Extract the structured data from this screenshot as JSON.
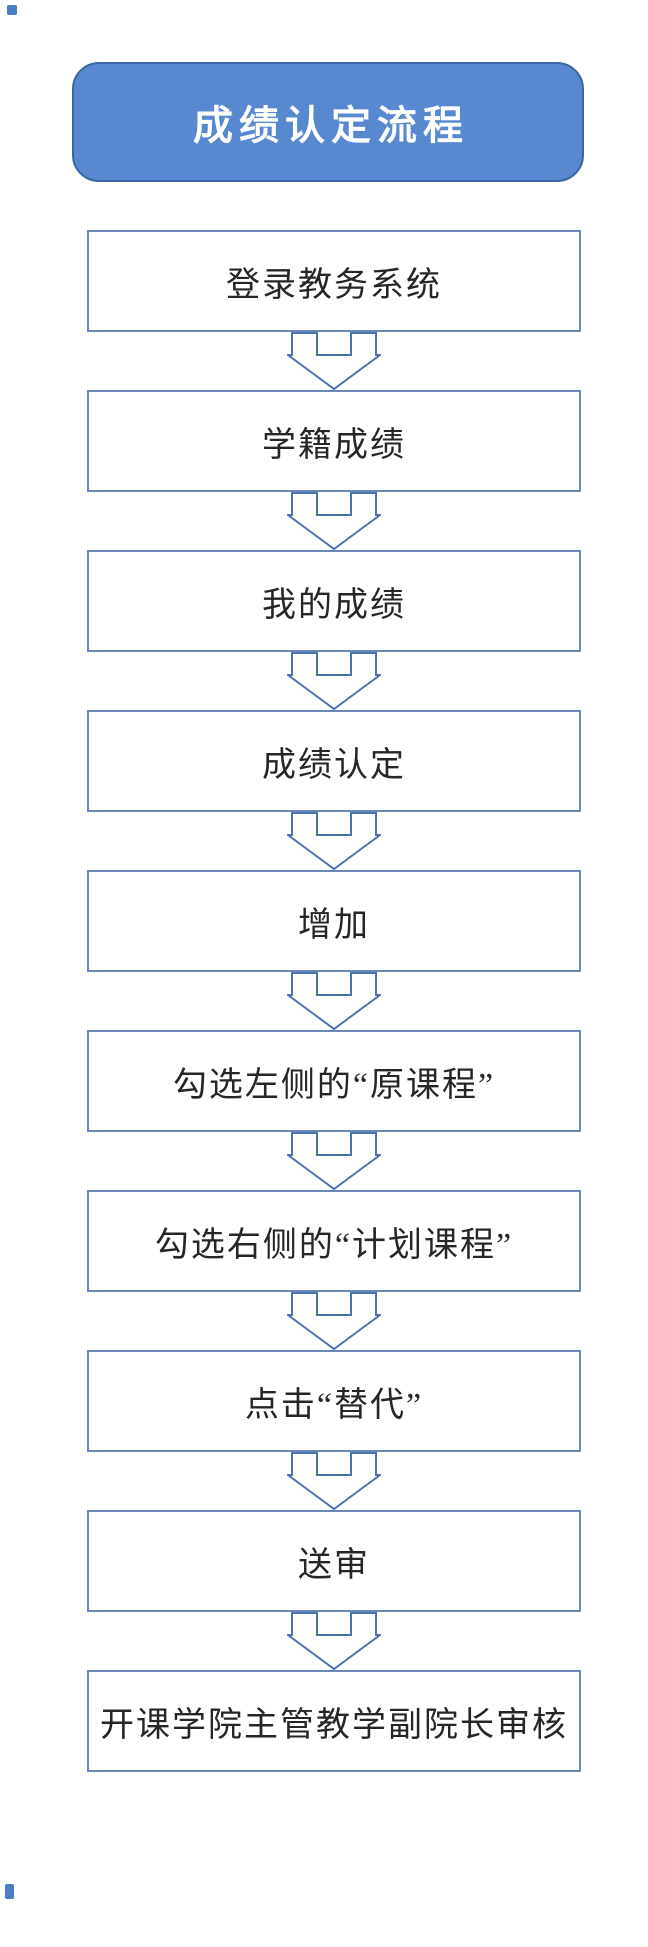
{
  "title": "成绩认定流程",
  "colors": {
    "header_fill": "#5888D0",
    "header_border": "#3A66A8",
    "title_text": "#FFFFFF",
    "box_border": "#6B87B7",
    "arrow_stroke": "#4A74AE",
    "text": "#262626",
    "corner_mark": "#4A7CC8"
  },
  "steps": [
    {
      "label": "登录教务系统"
    },
    {
      "label": "学籍成绩"
    },
    {
      "label": "我的成绩"
    },
    {
      "label": "成绩认定"
    },
    {
      "label": "增加"
    },
    {
      "label": "勾选左侧的“原课程”"
    },
    {
      "label": "勾选右侧的“计划课程”"
    },
    {
      "label": "点击“替代”"
    },
    {
      "label": "送审"
    },
    {
      "label": "开课学院主管教学副院长审核"
    }
  ]
}
